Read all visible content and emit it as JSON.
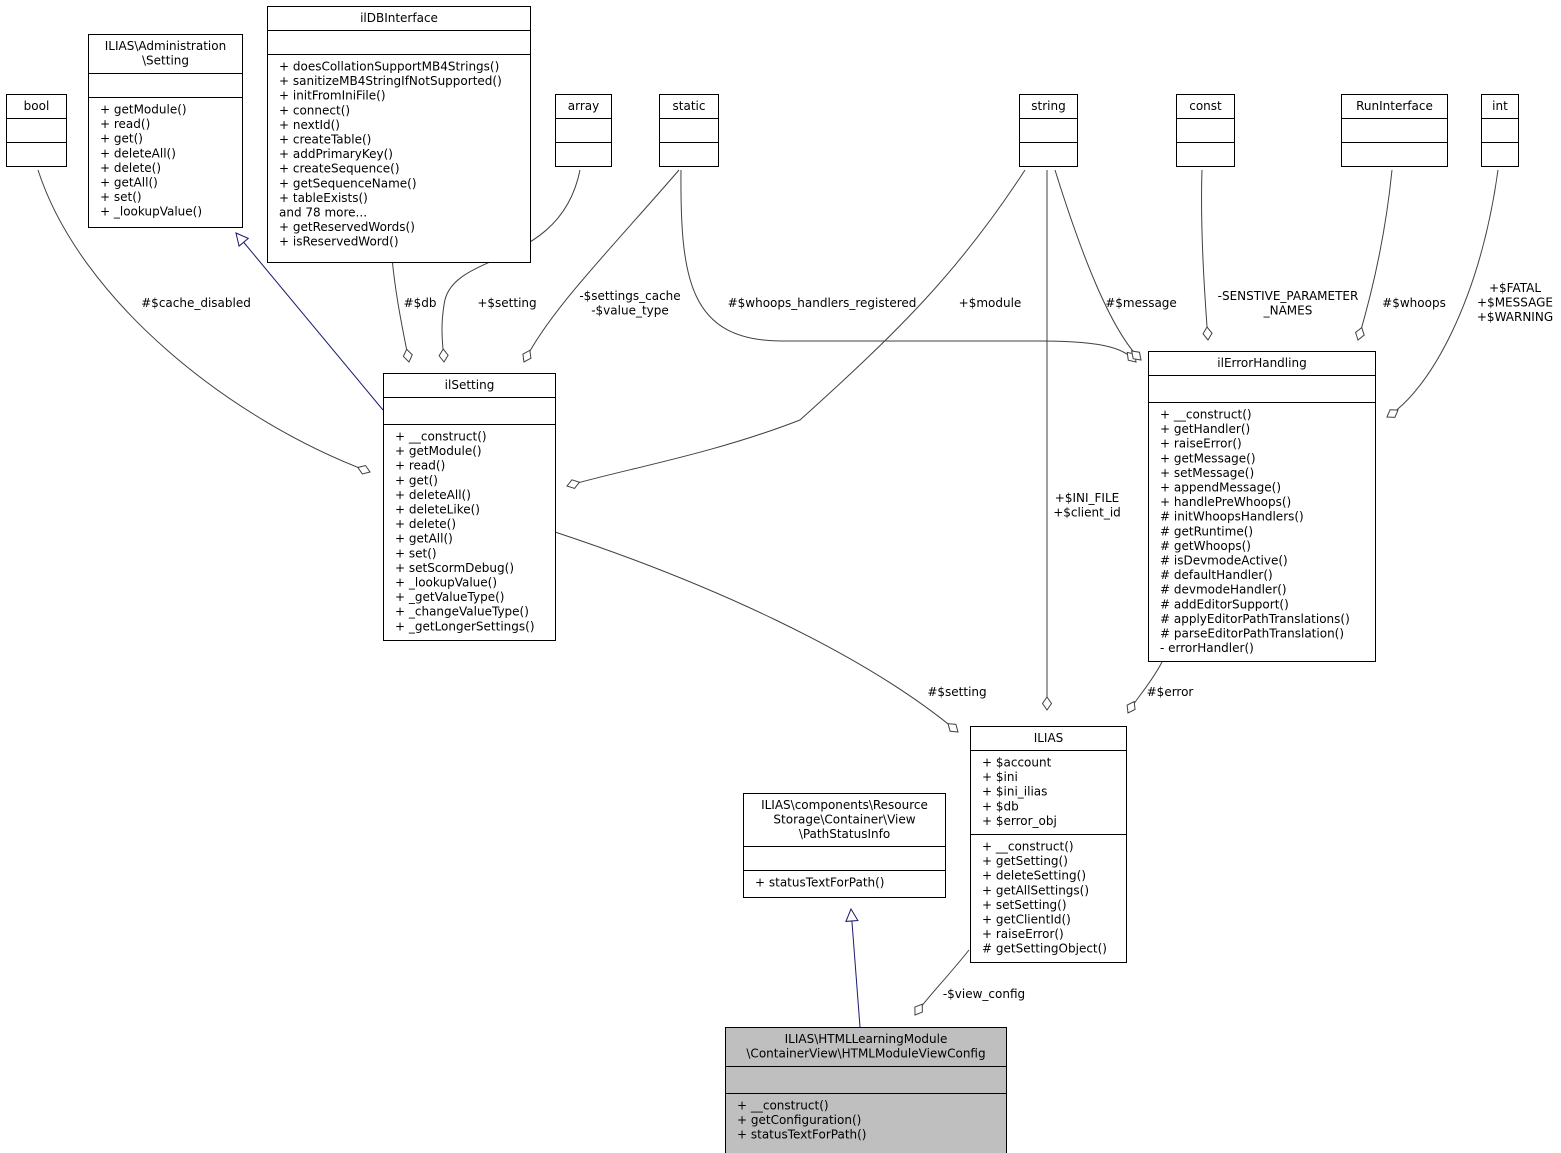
{
  "classes": {
    "bool": {
      "title": [
        "bool"
      ],
      "attrs": [],
      "methods": []
    },
    "setting_iface": {
      "title": [
        "ILIAS\\Administration",
        "\\Setting"
      ],
      "attrs": [],
      "methods": [
        "+ getModule()",
        "+ read()",
        "+ get()",
        "+ deleteAll()",
        "+ delete()",
        "+ getAll()",
        "+ set()",
        "+ _lookupValue()"
      ]
    },
    "ildb": {
      "title": [
        "ilDBInterface"
      ],
      "attrs": [],
      "methods": [
        "+ doesCollationSupportMB4Strings()",
        "+ sanitizeMB4StringIfNotSupported()",
        "+ initFromIniFile()",
        "+ connect()",
        "+ nextId()",
        "+ createTable()",
        "+ addPrimaryKey()",
        "+ createSequence()",
        "+ getSequenceName()",
        "+ tableExists()",
        "and 78 more...",
        "+ getReservedWords()",
        "+ isReservedWord()"
      ]
    },
    "array": {
      "title": [
        "array"
      ],
      "attrs": [],
      "methods": []
    },
    "static": {
      "title": [
        "static"
      ],
      "attrs": [],
      "methods": []
    },
    "string": {
      "title": [
        "string"
      ],
      "attrs": [],
      "methods": []
    },
    "const": {
      "title": [
        "const"
      ],
      "attrs": [],
      "methods": []
    },
    "runiface": {
      "title": [
        "RunInterface"
      ],
      "attrs": [],
      "methods": []
    },
    "int": {
      "title": [
        "int"
      ],
      "attrs": [],
      "methods": []
    },
    "ilsetting": {
      "title": [
        "ilSetting"
      ],
      "attrs": [],
      "methods": [
        "+ __construct()",
        "+ getModule()",
        "+ read()",
        "+ get()",
        "+ deleteAll()",
        "+ deleteLike()",
        "+ delete()",
        "+ getAll()",
        "+ set()",
        "+ setScormDebug()",
        "+ _lookupValue()",
        "+ _getValueType()",
        "+ _changeValueType()",
        "+ _getLongerSettings()"
      ]
    },
    "ilerror": {
      "title": [
        "ilErrorHandling"
      ],
      "attrs": [],
      "methods": [
        "+ __construct()",
        "+ getHandler()",
        "+ raiseError()",
        "+ getMessage()",
        "+ setMessage()",
        "+ appendMessage()",
        "+ handlePreWhoops()",
        "# initWhoopsHandlers()",
        "# getRuntime()",
        "# getWhoops()",
        "# isDevmodeActive()",
        "# defaultHandler()",
        "# devmodeHandler()",
        "# addEditorSupport()",
        "# applyEditorPathTranslations()",
        "# parseEditorPathTranslation()",
        "- errorHandler()"
      ]
    },
    "ilias": {
      "title": [
        "ILIAS"
      ],
      "attrs": [
        "+ $account",
        "+ $ini",
        "+ $ini_ilias",
        "+ $db",
        "+ $error_obj"
      ],
      "methods": [
        "+ __construct()",
        "+ getSetting()",
        "+ deleteSetting()",
        "+ getAllSettings()",
        "+ setSetting()",
        "+ getClientId()",
        "+ raiseError()",
        "# getSettingObject()"
      ]
    },
    "pathstatus": {
      "title": [
        "ILIAS\\components\\Resource",
        "Storage\\Container\\View",
        "\\PathStatusInfo"
      ],
      "attrs": [],
      "methods": [
        "+ statusTextForPath()"
      ]
    },
    "htmlmodule": {
      "title": [
        "ILIAS\\HTMLLearningModule",
        "\\ContainerView\\HTMLModuleViewConfig"
      ],
      "attrs": [],
      "methods": [
        "+ __construct()",
        "+ getConfiguration()",
        "+ statusTextForPath()"
      ]
    }
  },
  "edge_labels": {
    "cache_disabled": [
      "#$cache_disabled"
    ],
    "db": [
      "#$db"
    ],
    "setting_array": [
      "+$setting"
    ],
    "settings_cache": [
      "-$settings_cache",
      "-$value_type"
    ],
    "whoops_registered": [
      "#$whoops_handlers_registered"
    ],
    "module": [
      "+$module"
    ],
    "message": [
      "#$message"
    ],
    "sensitive": [
      "-SENSTIVE_PARAMETER",
      "_NAMES"
    ],
    "whoops": [
      "#$whoops"
    ],
    "fatal": [
      "+$FATAL",
      "+$MESSAGE",
      "+$WARNING"
    ],
    "ini_file": [
      "+$INI_FILE",
      "+$client_id"
    ],
    "setting_ilias": [
      "#$setting"
    ],
    "error": [
      "#$error"
    ],
    "view_config": [
      "-$view_config"
    ]
  }
}
